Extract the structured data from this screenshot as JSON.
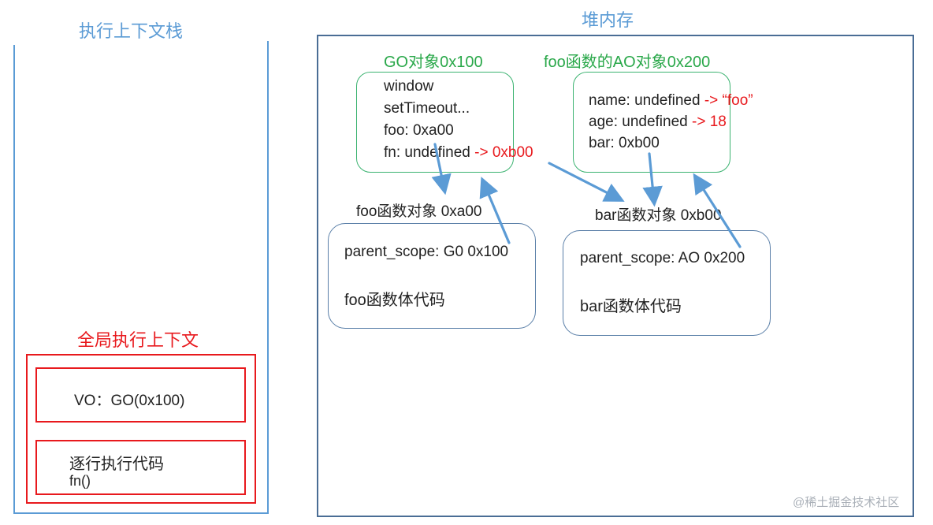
{
  "stack": {
    "title": "执行上下文栈",
    "global_ctx_title": "全局执行上下文",
    "vo_label": "VO：GO(0x100)",
    "exec_line1": "逐行执行代码",
    "exec_line2": "fn()"
  },
  "heap": {
    "title": "堆内存",
    "go": {
      "title": "GO对象0x100",
      "rows": [
        {
          "text": "window",
          "suffix": ""
        },
        {
          "text": "setTimeout...",
          "suffix": ""
        },
        {
          "text": "foo: 0xa00",
          "suffix": ""
        },
        {
          "text": "fn: undefined ",
          "suffix": "-> 0xb00"
        }
      ]
    },
    "ao": {
      "title": "foo函数的AO对象0x200",
      "rows": [
        {
          "text": "name: undefined ",
          "suffix": "-> “foo”"
        },
        {
          "text": "age: undefined ",
          "suffix": "-> 18"
        },
        {
          "text": "bar: 0xb00",
          "suffix": ""
        }
      ]
    },
    "foo_func": {
      "title": "foo函数对象 0xa00",
      "scope": "parent_scope: G0 0x100",
      "body": "foo函数体代码"
    },
    "bar_func": {
      "title": "bar函数对象 0xb00",
      "scope": "parent_scope: AO 0x200",
      "body": "bar函数体代码"
    }
  },
  "watermark": "@稀土掘金技术社区",
  "colors": {
    "blue": "#5b9bd5",
    "green": "#2aa84a",
    "red": "#e8191d",
    "frame": "#4a6d95"
  }
}
